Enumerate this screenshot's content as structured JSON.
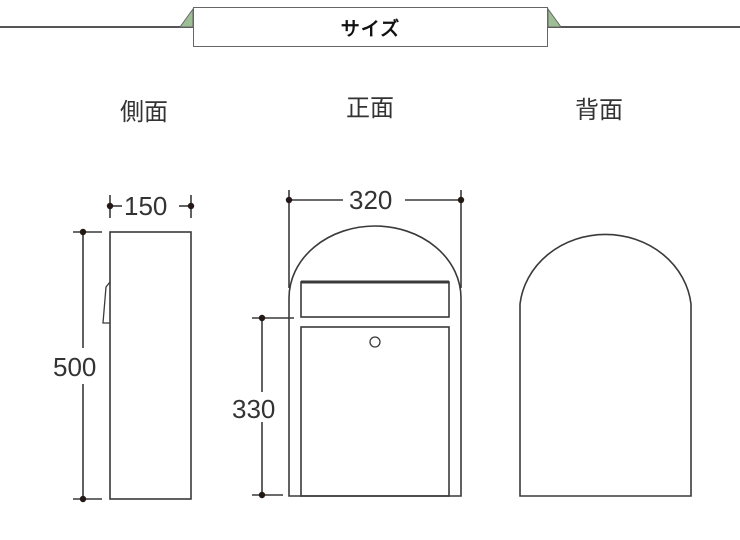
{
  "header": {
    "title": "サイズ",
    "accent_color": "#9dbf96"
  },
  "views": [
    {
      "id": "side",
      "label": "側面"
    },
    {
      "id": "front",
      "label": "正面"
    },
    {
      "id": "back",
      "label": "背面"
    }
  ],
  "dimensions": {
    "side_width": "150",
    "side_height": "500",
    "front_width": "320",
    "front_door_height": "330"
  }
}
